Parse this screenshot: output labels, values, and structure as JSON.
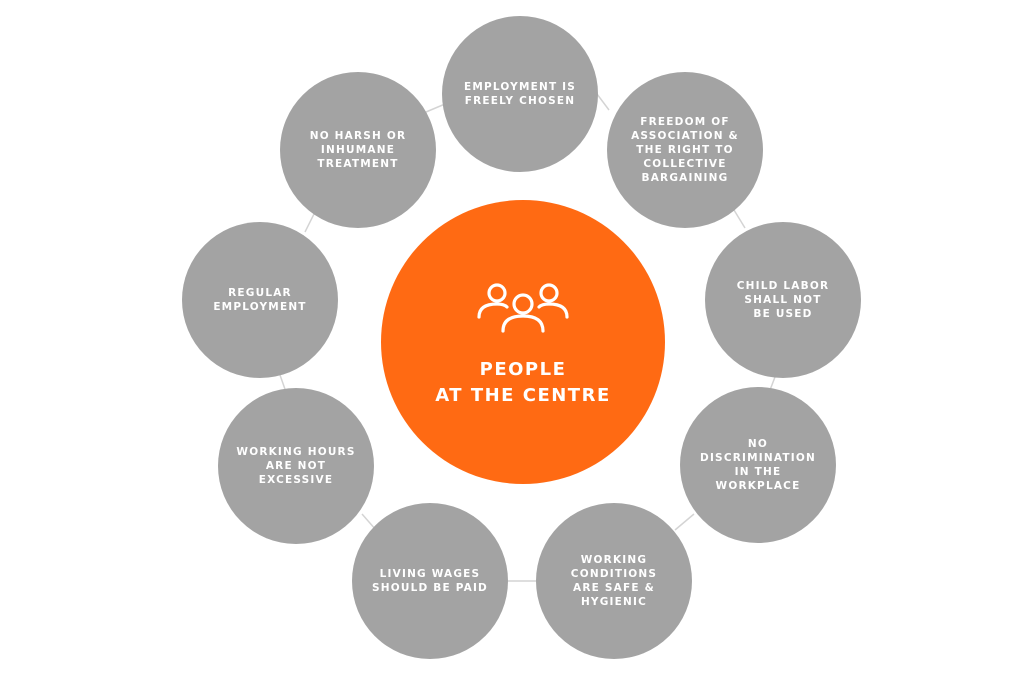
{
  "center": {
    "title": "PEOPLE\nAT THE CENTRE",
    "icon": "people-group-icon",
    "color": "#ff6a13"
  },
  "node_color": "#a3a3a3",
  "connector_color": "#d4d4d4",
  "nodes": [
    {
      "label": "EMPLOYMENT IS\nFREELY CHOSEN"
    },
    {
      "label": "FREEDOM OF\nASSOCIATION &\nTHE RIGHT TO\nCOLLECTIVE\nBARGAINING"
    },
    {
      "label": "CHILD LABOR\nSHALL NOT\nBE USED"
    },
    {
      "label": "NO\nDISCRIMINATION\nIN THE\nWORKPLACE"
    },
    {
      "label": "WORKING\nCONDITIONS\nARE SAFE &\nHYGIENIC"
    },
    {
      "label": "LIVING WAGES\nSHOULD BE PAID"
    },
    {
      "label": "WORKING HOURS\nARE NOT\nEXCESSIVE"
    },
    {
      "label": "REGULAR\nEMPLOYMENT"
    },
    {
      "label": "NO HARSH OR\nINHUMANE\nTREATMENT"
    }
  ]
}
